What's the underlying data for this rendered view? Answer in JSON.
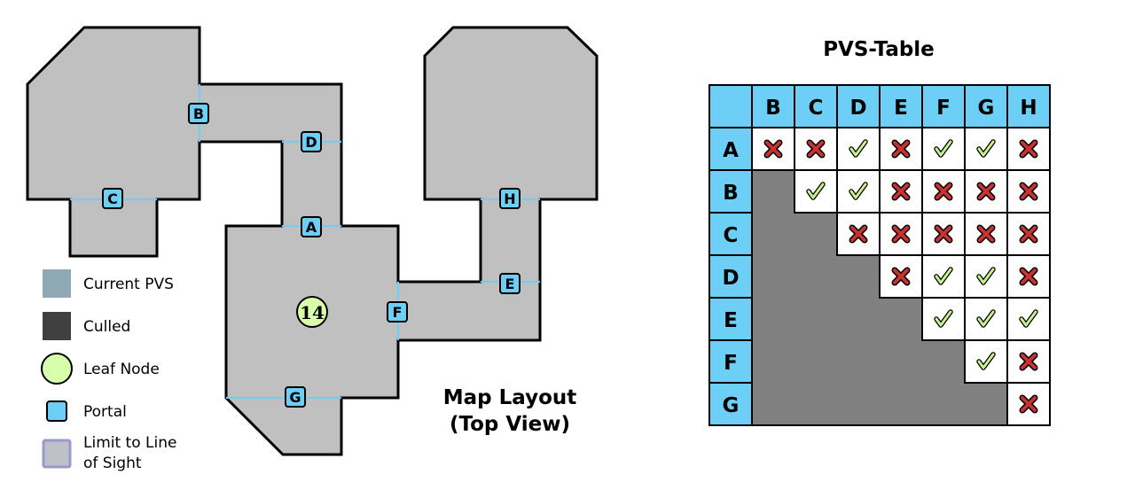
{
  "colors": {
    "room": "#c0c0c0",
    "portal": "#6ecff6",
    "current_pvs": "#8faab5",
    "culled": "#404040",
    "leaf": "#d8ffaa",
    "limit_fill": "#c0c0c8",
    "limit_stroke": "#9999cc",
    "table_blank": "#808080",
    "check": "#c8f08c",
    "cross": "#c83232"
  },
  "map": {
    "title_line1": "Map Layout",
    "title_line2": "(Top View)",
    "leaf_label": "14",
    "portals": [
      "A",
      "B",
      "C",
      "D",
      "E",
      "F",
      "G",
      "H"
    ]
  },
  "legend": [
    {
      "label": "Current PVS",
      "icon": "current-pvs-swatch"
    },
    {
      "label": "Culled",
      "icon": "culled-swatch"
    },
    {
      "label": "Leaf Node",
      "icon": "leaf-node-circle"
    },
    {
      "label": "Portal",
      "icon": "portal-box"
    },
    {
      "label_line1": "Limit to Line",
      "label_line2": "of Sight",
      "icon": "limit-swatch"
    }
  ],
  "table": {
    "title": "PVS-Table",
    "columns": [
      "B",
      "C",
      "D",
      "E",
      "F",
      "G",
      "H"
    ],
    "rows": [
      {
        "label": "A",
        "cells": [
          "x",
          "x",
          "v",
          "x",
          "v",
          "v",
          "x"
        ]
      },
      {
        "label": "B",
        "cells": [
          "",
          "v",
          "v",
          "x",
          "x",
          "x",
          "x"
        ]
      },
      {
        "label": "C",
        "cells": [
          "",
          "",
          "x",
          "x",
          "x",
          "x",
          "x"
        ]
      },
      {
        "label": "D",
        "cells": [
          "",
          "",
          "",
          "x",
          "v",
          "v",
          "x"
        ]
      },
      {
        "label": "E",
        "cells": [
          "",
          "",
          "",
          "",
          "v",
          "v",
          "v"
        ]
      },
      {
        "label": "F",
        "cells": [
          "",
          "",
          "",
          "",
          "",
          "v",
          "x"
        ]
      },
      {
        "label": "G",
        "cells": [
          "",
          "",
          "",
          "",
          "",
          "",
          "x"
        ]
      }
    ]
  }
}
